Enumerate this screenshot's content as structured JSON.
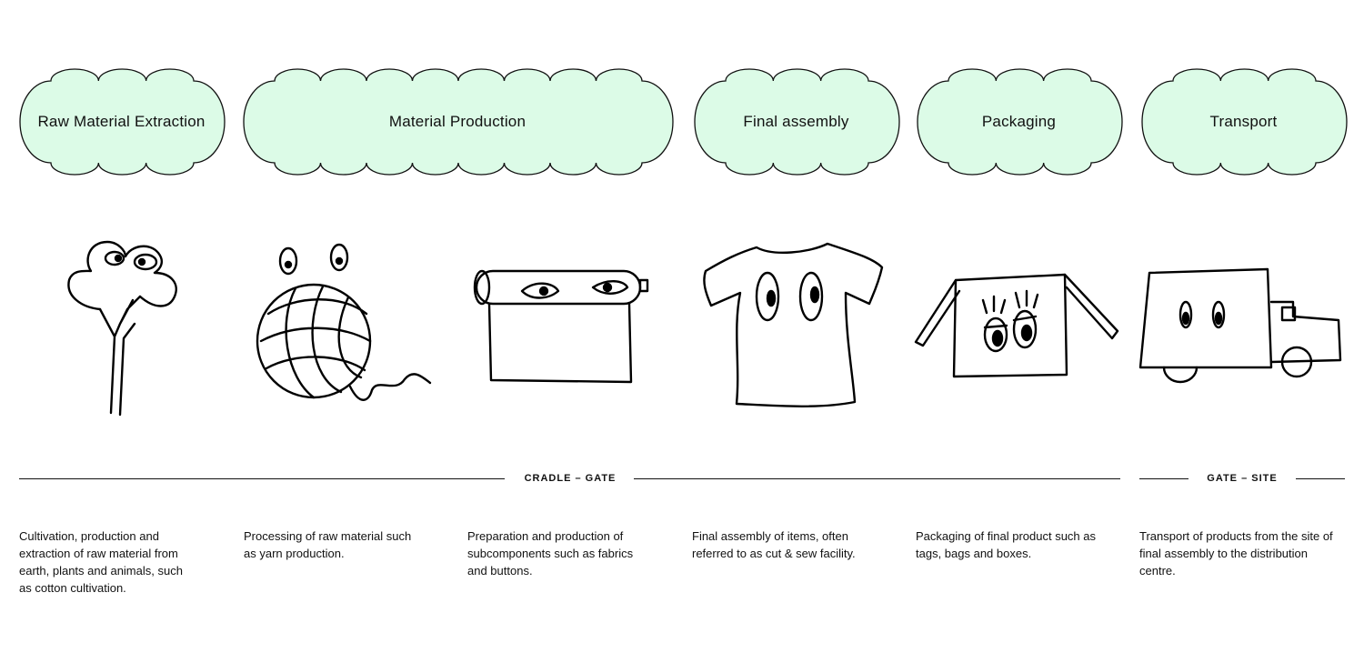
{
  "stages": [
    {
      "title": "Raw Material Extraction",
      "description": "Cultivation, production and extraction of raw material from earth, plants and animals, such as cotton cultivation."
    },
    {
      "title": "Material Production",
      "description": "Processing of raw material such as yarn production."
    },
    {
      "title": "Final assembly",
      "description": "Final assembly of items, often referred to as cut & sew facility."
    },
    {
      "title": "Packaging",
      "description": "Packaging of final product such as tags, bags and boxes."
    },
    {
      "title": "Transport",
      "description": "Transport of products from the site of final assembly to the distribution centre."
    }
  ],
  "extra_description": "Preparation and production of subcomponents such as fabrics and buttons.",
  "phases": {
    "cradle_gate": "CRADLE – GATE",
    "gate_site": "GATE – SITE"
  },
  "colors": {
    "cloud_fill": "#dcfbe7",
    "stroke": "#111111"
  },
  "illustrations": [
    "tree-icon",
    "yarn-ball-icon",
    "fabric-roll-icon",
    "t-shirt-icon",
    "box-icon",
    "truck-icon"
  ]
}
